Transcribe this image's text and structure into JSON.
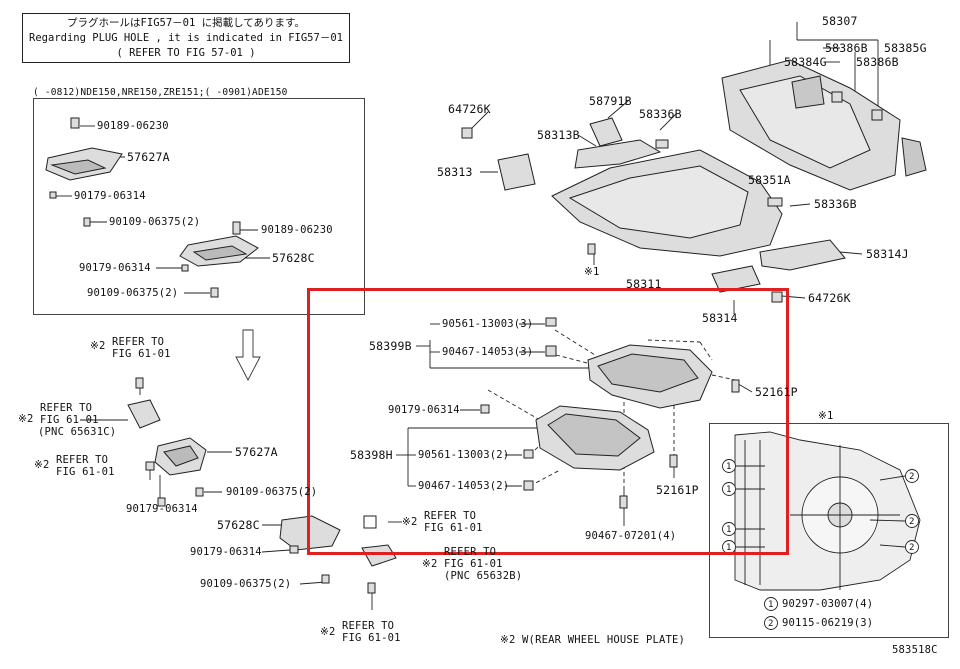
{
  "note": {
    "line1": "プラグホールはFIG57－01 に掲載してあります。",
    "line2": "Regarding PLUG HOLE , it is indicated in FIG57－01",
    "line3": "( REFER TO FIG 57-01 )"
  },
  "applicability": "(    -0812)NDE150,NRE150,ZRE151;(    -0901)ADE150",
  "labels": {
    "p90189_a": "90189-06230",
    "p57627A_a": "57627A",
    "p90179_a": "90179-06314",
    "p90109_a": "90109-06375(2)",
    "p90189_b": "90189-06230",
    "p90179_b": "90179-06314",
    "p57628C_a": "57628C",
    "p90109_b": "90109-06375(2)",
    "p64726K_a": "64726K",
    "p58791B": "58791B",
    "p58336B_a": "58336B",
    "p58313B": "58313B",
    "p58313": "58313",
    "p58307": "58307",
    "p58386B_a": "58386B",
    "p58385G": "58385G",
    "p58384G": "58384G",
    "p58386B_b": "58386B",
    "p58351A": "58351A",
    "p58336B_b": "58336B",
    "p58314J": "58314J",
    "p58311": "58311",
    "p64726K_b": "64726K",
    "p58314": "58314",
    "star1": "※1",
    "p90561_a": "90561-13003(3)",
    "p90467_a": "90467-14053(3)",
    "p58399B": "58399B",
    "p52161P_a": "52161P",
    "p90179_c": "90179-06314",
    "p58398H": "58398H",
    "p90561_b": "90561-13003(2)",
    "p90467_b": "90467-14053(2)",
    "p52161P_b": "52161P",
    "p90467_c": "90467-07201(4)",
    "p57627A_b": "57627A",
    "p90109_c": "90109-06375(2)",
    "p90179_d": "90179-06314",
    "p57628C_b": "57628C",
    "p90179_e": "90179-06314",
    "p90109_d": "90109-06375(2)",
    "footnote": "※2 W(REAR WHEEL HOUSE PLATE)",
    "fig_code": "583518C",
    "inset_star": "※1",
    "legend1": "90297-03007(4)",
    "legend2": "90115-06219(3)",
    "circ1": "1",
    "circ2": "2"
  },
  "refs": {
    "r1_mark": "※2",
    "r1_a": "REFER TO",
    "r1_b": "FIG 61-01",
    "r2_mark": "※2",
    "r2_a": "REFER TO",
    "r2_b": "FIG 61-01",
    "r2_c": "(PNC 65631C)",
    "r3_mark": "※2",
    "r3_a": "REFER TO",
    "r3_b": "FIG 61-01",
    "r4_mark": "※2",
    "r4_a": "REFER TO",
    "r4_b": "FIG 61-01",
    "r5_mark": "※2",
    "r5_a": "REFER TO",
    "r5_b": "FIG 61-01",
    "r5_c": "(PNC 65632B)",
    "r6_mark": "※2",
    "r6_a": "REFER TO",
    "r6_b": "FIG 61-01"
  },
  "highlight_color": "#e02020"
}
